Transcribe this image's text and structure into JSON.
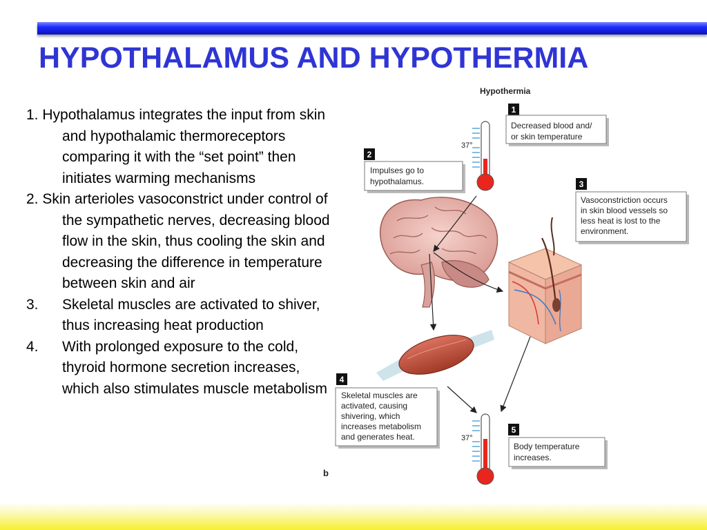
{
  "slide": {
    "title": "HYPOTHALAMUS AND HYPOTHERMIA",
    "points": [
      {
        "num": "1.",
        "text": "Hypothalamus integrates the input from skin and hypothalamic thermoreceptors comparing it with the “set point” then initiates warming mechanisms"
      },
      {
        "num": "2.",
        "text": "Skin arterioles vasoconstrict under control of the sympathetic nerves, decreasing blood flow in the skin, thus cooling the skin and decreasing the difference in temperature between skin and air"
      },
      {
        "num": "3.",
        "text": "Skeletal muscles are activated to shiver, thus increasing heat production"
      },
      {
        "num": "4.",
        "text": "With prolonged exposure to the cold, thyroid hormone secretion increases, which also stimulates muscle metabolism"
      }
    ]
  },
  "figure": {
    "heading": "Hypothermia",
    "panel_letter": "b",
    "thermometer_mark": "37°",
    "steps": [
      {
        "num": "1",
        "lines": [
          "Decreased blood and/",
          "or skin temperature"
        ]
      },
      {
        "num": "2",
        "lines": [
          "Impulses go to",
          "hypothalamus."
        ]
      },
      {
        "num": "3",
        "lines": [
          "Vasoconstriction occurs",
          "in skin blood vessels so",
          "less heat is lost to the",
          "environment."
        ]
      },
      {
        "num": "4",
        "lines": [
          "Skeletal muscles are",
          "activated, causing",
          "shivering, which",
          "increases metabolism",
          "and generates heat."
        ]
      },
      {
        "num": "5",
        "lines": [
          "Body temperature",
          "increases."
        ]
      }
    ]
  },
  "colors": {
    "title": "#2f35d3",
    "topbar": "#1f2bff",
    "bottombar": "#f6f030",
    "mercury": "#e8261d"
  }
}
